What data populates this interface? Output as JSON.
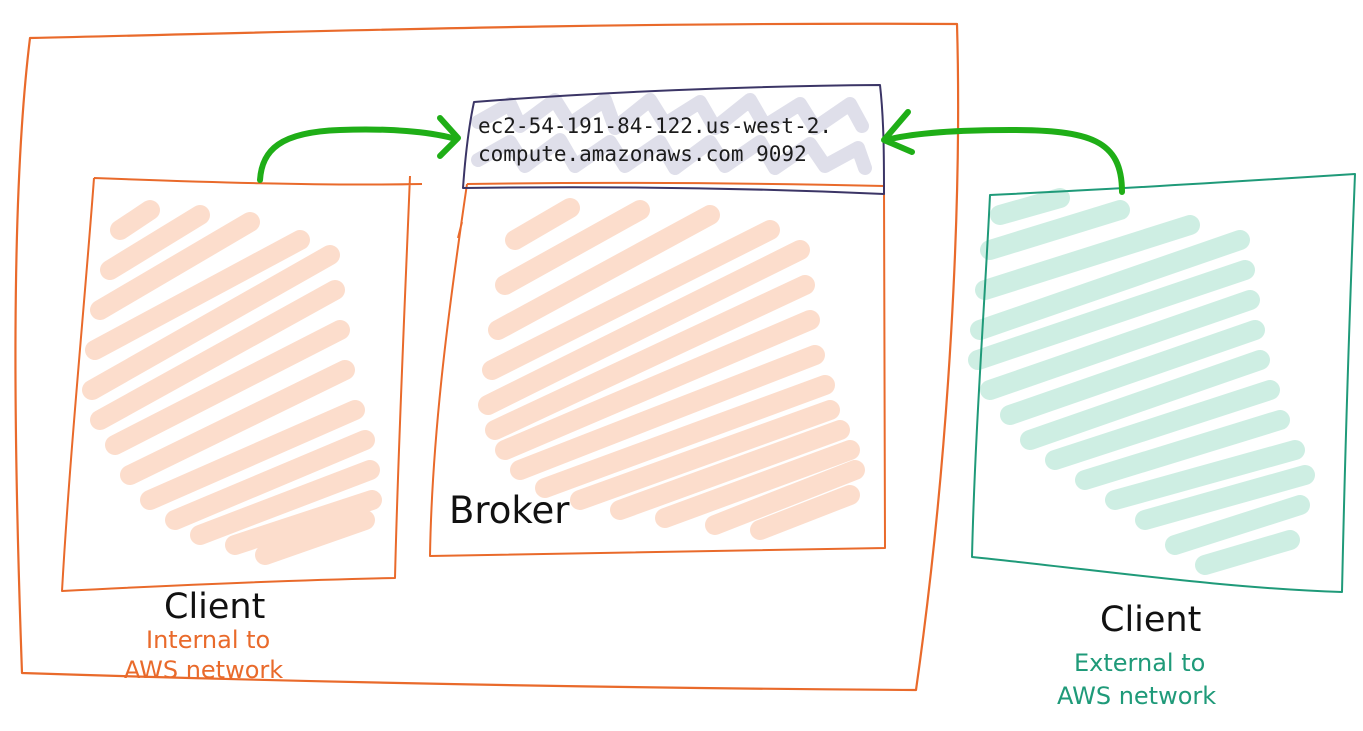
{
  "colors": {
    "internal_stroke": "#e96a2b",
    "internal_fill": "#fcd9c6",
    "external_stroke": "#1f9a79",
    "external_fill": "#c9ece0",
    "host_stroke": "#3b3566",
    "host_fill": "#d9d9e6",
    "arrow": "#1fae17"
  },
  "broker": {
    "label": "Broker",
    "host_line1": "ec2-54-191-84-122.us-west-2.",
    "host_line2": "compute.amazonaws.com  9092"
  },
  "client_internal": {
    "label": "Client",
    "note_line1": "Internal to",
    "note_line2": "AWS network"
  },
  "client_external": {
    "label": "Client",
    "note_line1": "External to",
    "note_line2": "AWS network"
  }
}
